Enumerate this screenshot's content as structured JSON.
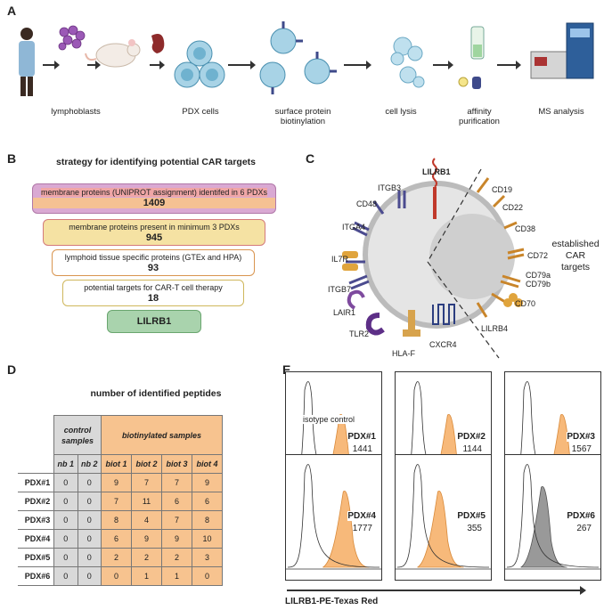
{
  "panels": {
    "a": "A",
    "b": "B",
    "c": "C",
    "d": "D",
    "e": "E"
  },
  "panel_a": {
    "labels": [
      "lymphoblasts",
      "PDX cells",
      "surface protein biotinylation",
      "cell lysis",
      "affinity purification",
      "MS analysis"
    ]
  },
  "panel_b": {
    "title": "strategy for identifying potential CAR targets",
    "steps": [
      {
        "text": "membrane proteins (UNIPROT assignment) identifed in 6 PDXs",
        "count": "1409",
        "color": "#d9a9d3"
      },
      {
        "text": "membrane proteins present in minimum 3 PDXs",
        "count": "945",
        "color": "#f0a6a6"
      },
      {
        "text": "lymphoid tissue specific proteins (GTEx and HPA)",
        "count": "93",
        "color": "#f5c193"
      },
      {
        "text": "potential targets for CAR-T cell therapy",
        "count": "18",
        "color": "#f5e2a3"
      }
    ],
    "final": {
      "text": "LILRB1",
      "color": "#a9d3ad"
    }
  },
  "panel_c": {
    "center_label": "LILRB1",
    "left_markers": [
      "ITGB3",
      "CD48",
      "ITGA4",
      "IL7R",
      "ITGB7",
      "LAIR1",
      "TLR2",
      "HLA-F",
      "CXCR4"
    ],
    "right_markers": [
      "CD19",
      "CD22",
      "CD38",
      "CD72",
      "CD79a",
      "CD79b",
      "CD70",
      "LILRB4"
    ],
    "side_label_1": "established",
    "side_label_2": "CAR",
    "side_label_3": "targets"
  },
  "panel_d": {
    "title": "number of identified peptides",
    "group_control_1": "control",
    "group_control_2": "samples",
    "group_biot": "biotinylated samples",
    "columns": [
      "nb 1",
      "nb 2",
      "biot 1",
      "biot 2",
      "biot 3",
      "biot 4"
    ],
    "rows": [
      {
        "name": "PDX#1",
        "values": [
          "0",
          "0",
          "9",
          "7",
          "7",
          "9"
        ]
      },
      {
        "name": "PDX#2",
        "values": [
          "0",
          "0",
          "7",
          "11",
          "6",
          "6"
        ]
      },
      {
        "name": "PDX#3",
        "values": [
          "0",
          "0",
          "8",
          "4",
          "7",
          "8"
        ]
      },
      {
        "name": "PDX#4",
        "values": [
          "0",
          "0",
          "6",
          "9",
          "9",
          "10"
        ]
      },
      {
        "name": "PDX#5",
        "values": [
          "0",
          "0",
          "2",
          "2",
          "2",
          "3"
        ]
      },
      {
        "name": "PDX#6",
        "values": [
          "0",
          "0",
          "0",
          "1",
          "1",
          "0"
        ]
      }
    ]
  },
  "panel_e": {
    "isotype_label": "isotype control",
    "x_axis_label": "LILRB1-PE-Texas Red",
    "histograms": [
      {
        "name": "PDX#1",
        "value": "1441",
        "fill": "#f7b97a"
      },
      {
        "name": "PDX#2",
        "value": "1144",
        "fill": "#f7b97a"
      },
      {
        "name": "PDX#3",
        "value": "1567",
        "fill": "#f7b97a"
      },
      {
        "name": "PDX#4",
        "value": "1777",
        "fill": "#f7b97a"
      },
      {
        "name": "PDX#5",
        "value": "355",
        "fill": "#f7b97a"
      },
      {
        "name": "PDX#6",
        "value": "267",
        "fill": "#999999"
      }
    ]
  }
}
